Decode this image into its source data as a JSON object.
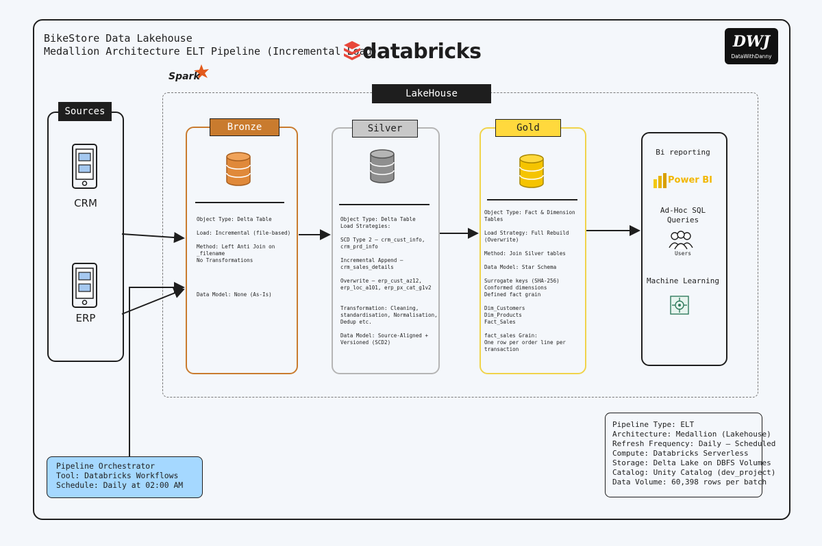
{
  "header": {
    "title_line1": "BikeStore Data Lakehouse",
    "title_line2": "Medallion Architecture ELT Pipeline (Incremental Load)",
    "brand": "databricks",
    "spark_logo_text": "Spark",
    "dwd_logo_text": "DataWithDanny"
  },
  "lakehouse": {
    "label": "LakeHouse"
  },
  "sources": {
    "label": "Sources",
    "items": [
      {
        "label": "CRM"
      },
      {
        "label": "ERP"
      }
    ]
  },
  "bronze": {
    "label": "Bronze",
    "color": "#c97b2e",
    "lines": [
      "Object Type: Delta Table",
      "",
      "Load: Incremental (file-based)",
      "",
      "Method: Left Anti Join on",
      "_filename",
      "No Transformations",
      "",
      "",
      "",
      "",
      "Data Model: None (As-Is)"
    ]
  },
  "silver": {
    "label": "Silver",
    "color": "#c8c8c8",
    "lines": [
      "Object Type: Delta Table",
      "Load Strategies:",
      "",
      "SCD Type 2 — crm_cust_info,",
      "crm_prd_info",
      "",
      "Incremental Append —",
      "crm_sales_details",
      "",
      "Overwrite — erp_cust_az12,",
      "erp_loc_a101, erp_px_cat_g1v2",
      "",
      "",
      "Transformation: Cleaning,",
      "standardisation, Normalisation,",
      "Dedup etc.",
      "",
      "Data Model: Source-Aligned +",
      "Versioned (SCD2)"
    ]
  },
  "gold": {
    "label": "Gold",
    "color": "#ffd93d",
    "lines": [
      "Object Type: Fact & Dimension",
      "Tables",
      "",
      "Load Strategy: Full Rebuild",
      "(Overwrite)",
      "",
      "Method: Join Silver tables",
      "",
      "Data Model: Star Schema",
      "",
      "Surrogate keys (SHA-256)",
      "Conformed dimensions",
      "Defined fact grain",
      "",
      "Dim_Customers",
      "Dim_Products",
      "Fact_Sales",
      "",
      "fact_sales Grain:",
      "One row per order line per",
      "transaction"
    ]
  },
  "bi": {
    "title": "Bi reporting",
    "power_bi": "Power BI",
    "adhoc": "Ad-Hoc SQL\nQueries",
    "users": "Users",
    "ml": "Machine Learning"
  },
  "orchestrator": {
    "lines": [
      "Pipeline Orchestrator",
      "Tool: Databricks Workflows",
      "Schedule: Daily at 02:00 AM"
    ],
    "color": "#a5d8ff"
  },
  "pipeline_info": {
    "lines": [
      "Pipeline Type: ELT",
      "Architecture: Medallion (Lakehouse)",
      "Refresh Frequency: Daily — Scheduled",
      "Compute: Databricks Serverless",
      "Storage: Delta Lake on DBFS Volumes",
      "Catalog: Unity Catalog (dev_project)",
      "Data Volume: 60,398 rows per batch"
    ]
  }
}
